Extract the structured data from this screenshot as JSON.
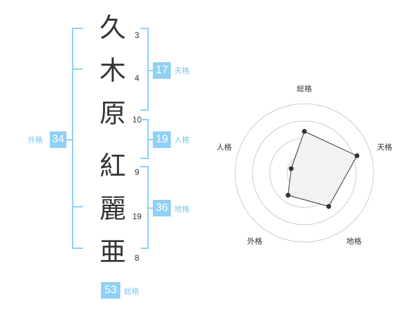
{
  "characters": [
    {
      "char": "久",
      "strokes": "3"
    },
    {
      "char": "木",
      "strokes": "4"
    },
    {
      "char": "原",
      "strokes": "10"
    },
    {
      "char": "紅",
      "strokes": "9"
    },
    {
      "char": "麗",
      "strokes": "19"
    },
    {
      "char": "亜",
      "strokes": "8"
    }
  ],
  "fortunes": {
    "tenkaku": {
      "value": "17",
      "label": "天格"
    },
    "jinkaku": {
      "value": "19",
      "label": "人格"
    },
    "chikaku": {
      "value": "36",
      "label": "地格"
    },
    "gaikaku": {
      "value": "34",
      "label": "外格"
    },
    "soukaku": {
      "value": "53",
      "label": "総格"
    }
  },
  "chart_data": {
    "type": "radar",
    "axes": [
      "総格",
      "天格",
      "地格",
      "外格",
      "人格"
    ],
    "values": [
      3,
      4,
      3,
      2,
      1
    ],
    "rmax": 5,
    "rings": 4,
    "grid": true
  }
}
